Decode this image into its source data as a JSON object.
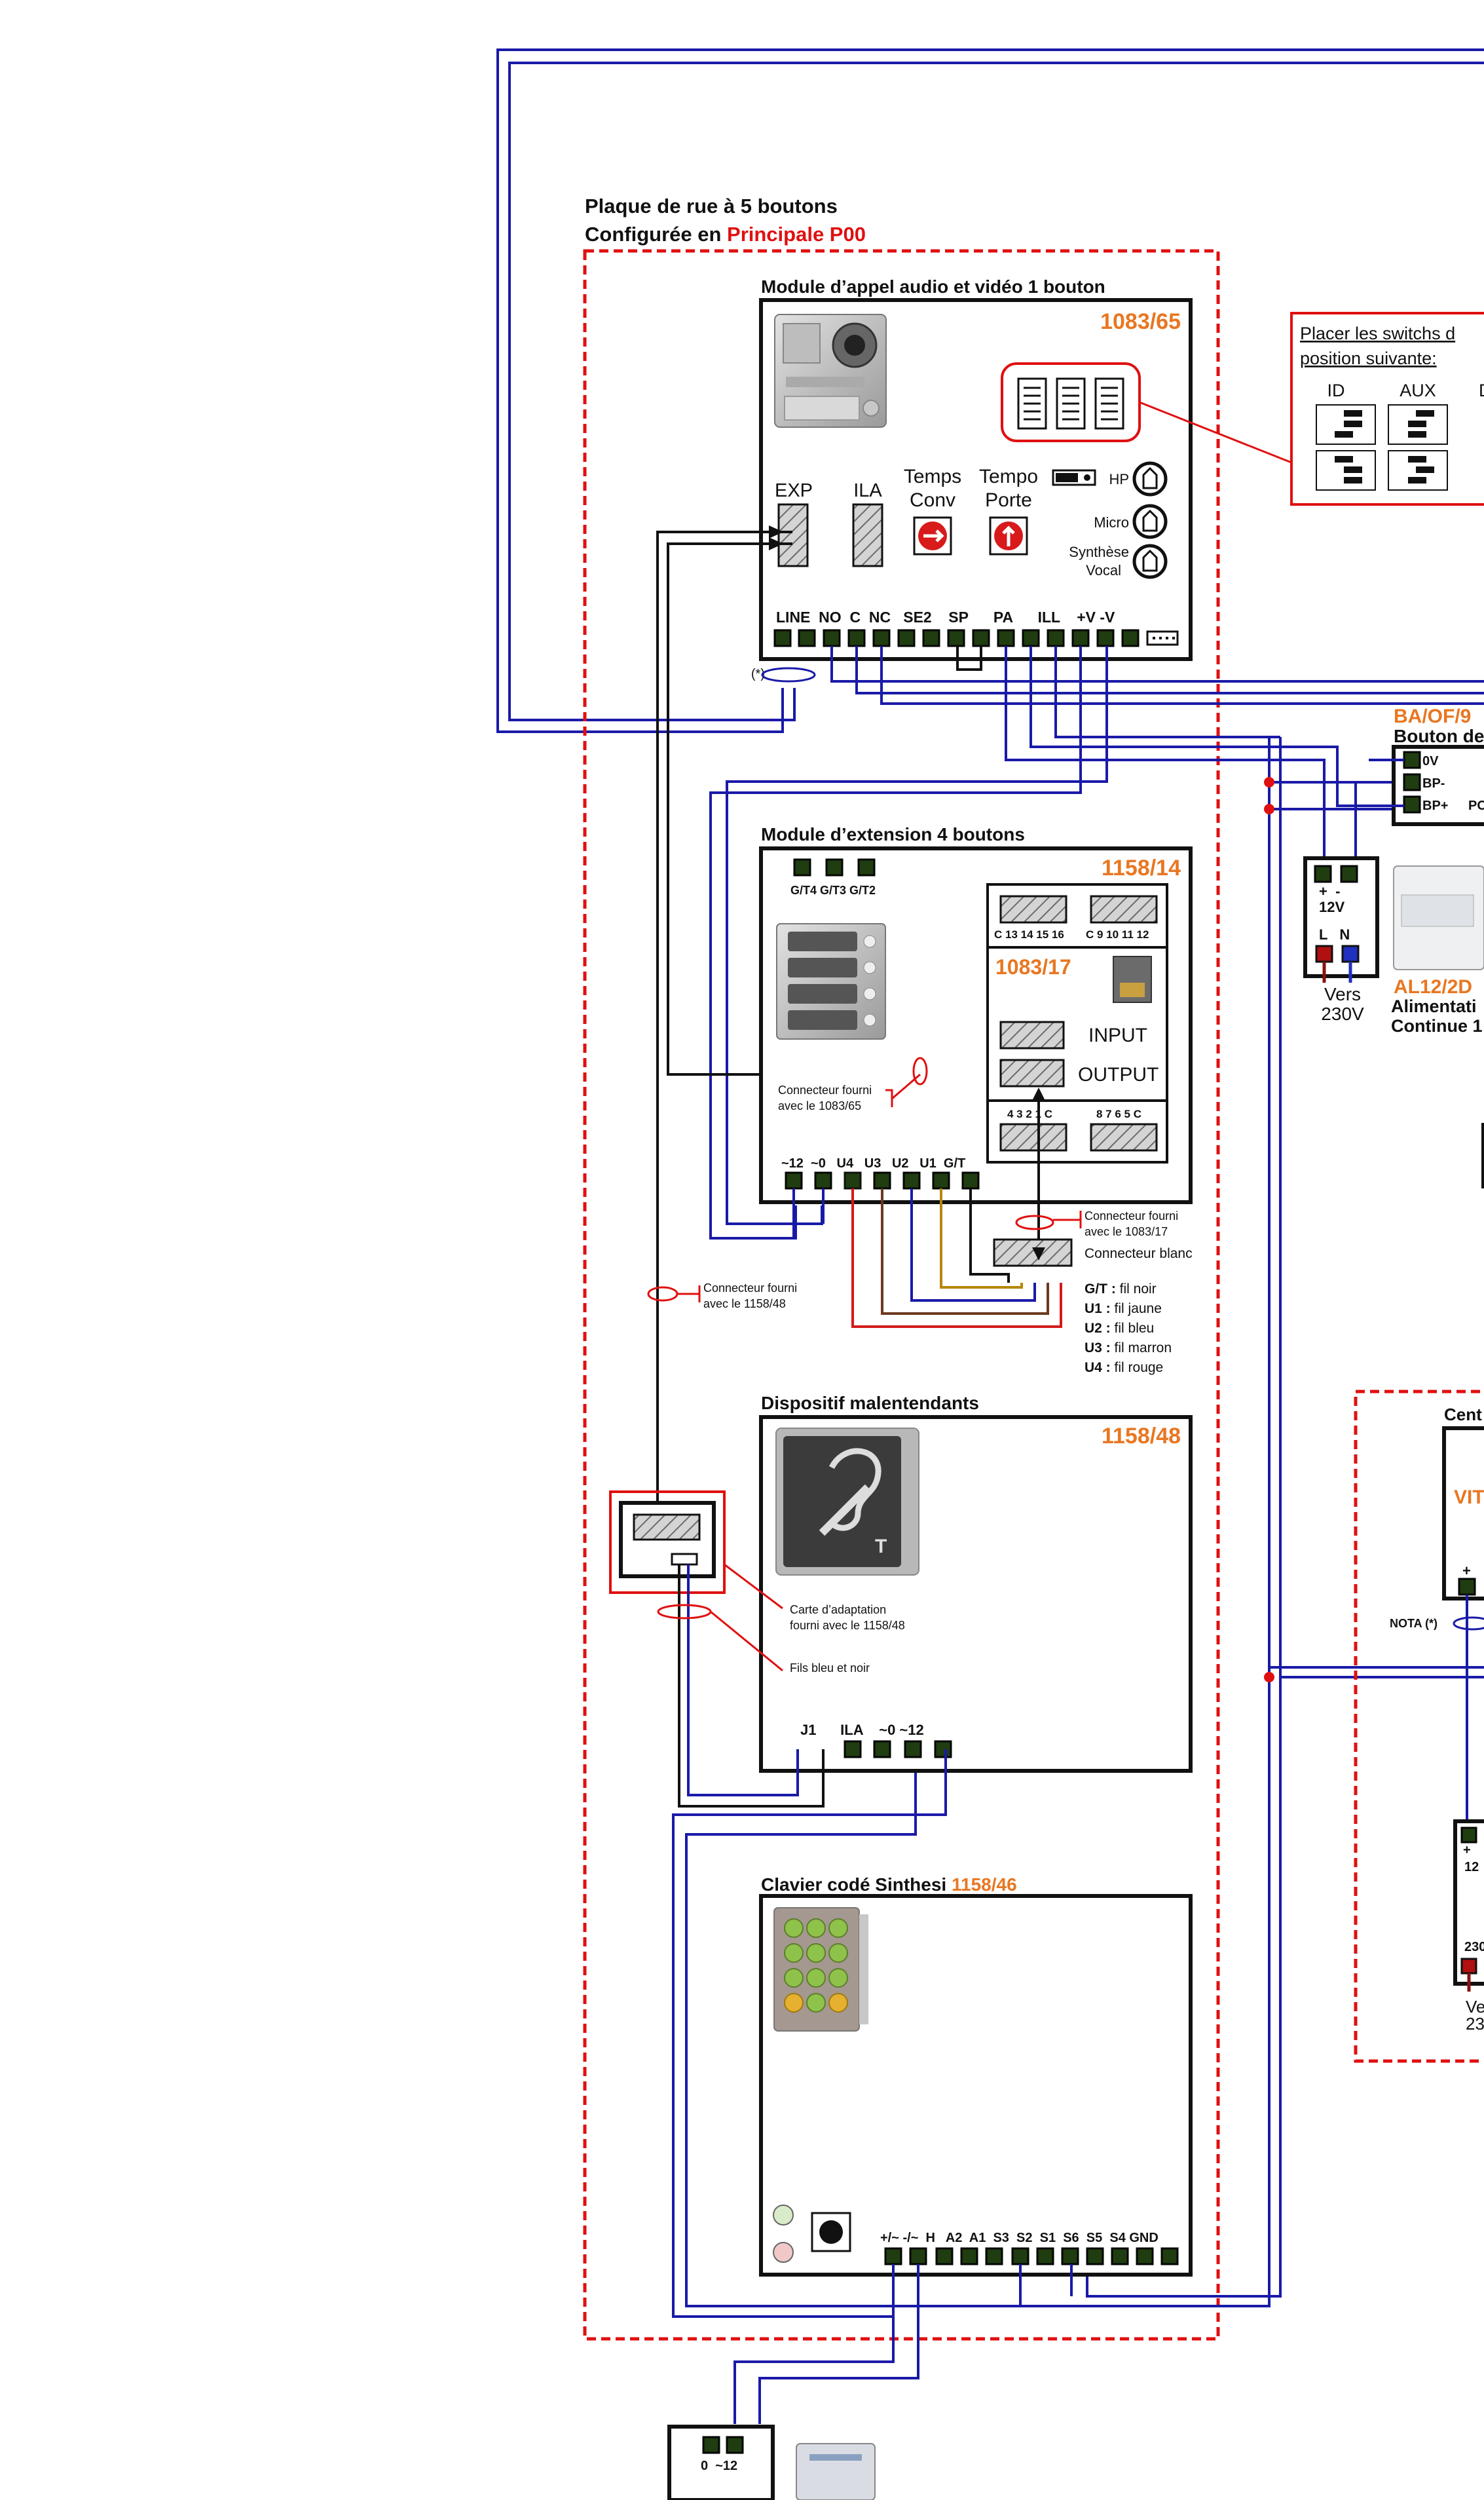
{
  "colors": {
    "orange": "#e87722",
    "red": "#e01010",
    "blue_wire": "#1a1aa8",
    "black_wire": "#111111",
    "terminal": "#1f3d10"
  },
  "panel": {
    "title_line1": "Plaque de rue à 5 boutons",
    "title_line2_prefix": "Configurée en ",
    "title_line2_highlight": "Principale P00"
  },
  "module_call": {
    "title": "Module d’appel audio et vidéo 1 bouton",
    "ref": "1083/65",
    "exp": "EXP",
    "ila": "ILA",
    "temps_conv_1": "Temps",
    "temps_conv_2": "Conv",
    "tempo_porte_1": "Tempo",
    "tempo_porte_2": "Porte",
    "hp": "HP",
    "micro": "Micro",
    "synthese_1": "Synthèse",
    "synthese_2": "Vocal",
    "terminals": "LINE  NO  C  NC   SE2    SP      PA      ILL    +V -V",
    "twist_note": "(*)"
  },
  "switch_note": {
    "line1": "Placer les switchs d",
    "line2": "position suivante:",
    "id": "ID",
    "aux": "AUX",
    "third": "D"
  },
  "module_ext": {
    "title": "Module d’extension 4 boutons",
    "ref": "1158/14",
    "gt_labels": "G/T4 G/T3 G/T2",
    "c1": "C 13 14 15 16",
    "c2": "C 9 10 11 12",
    "sub_ref": "1083/17",
    "input": "INPUT",
    "output": "OUTPUT",
    "c3": "4 3 2 1 C",
    "c4": "8 7 6 5 C",
    "connector_note_1": "Connecteur fourni",
    "connector_note_2": "avec le 1083/65",
    "terminals": "~12  ~0   U4   U3   U2   U1  G/T"
  },
  "connector_1083_17": {
    "line1": "Connecteur fourni",
    "line2": "avec le 1083/17",
    "line3": "Connecteur blanc"
  },
  "wire_legend": [
    {
      "key": "G/T :",
      "val": " fil noir"
    },
    {
      "key": "U1 :",
      "val": " fil jaune"
    },
    {
      "key": "U2 :",
      "val": " fil bleu"
    },
    {
      "key": "U3 :",
      "val": " fil marron"
    },
    {
      "key": "U4 :",
      "val": " fil rouge"
    }
  ],
  "connector_1158_48": {
    "line1": "Connecteur fourni",
    "line2": "avec le 1158/48"
  },
  "module_hearing": {
    "title": "Dispositif malentendants",
    "ref": "1158/48",
    "t_letter": "T",
    "terminals": "J1      ILA    ~0 ~12",
    "card_note_1": "Carte d’adaptation",
    "card_note_2": "fourni avec le 1158/48",
    "wires_note": "Fils bleu et noir"
  },
  "module_keypad": {
    "title_prefix": "Clavier codé Sinthesi ",
    "ref": "1158/46",
    "terminals": "+/~ -/~  H   A2  A1  S3  S2  S1  S6  S5  S4 GND"
  },
  "right_side": {
    "ba_ref": "BA/OF/9",
    "bouton_label": "Bouton de",
    "bp_0v": "0V",
    "bp_minus": "BP-",
    "bp_plus": "BP+",
    "bp_cut": "PO",
    "psu_pm": "+  -",
    "psu_12v": "12V",
    "psu_ln": "L   N",
    "vers": "Vers",
    "v230": "230V",
    "al_ref": "AL12/2D",
    "al_desc_1": "Alimentati",
    "al_desc_2": "Continue 1",
    "cent_label": "Cent",
    "vit_label": "VIT",
    "nota": "NOTA (*)",
    "plus": "+",
    "twelve": "12",
    "v230_cut": "230",
    "ve": "Ve",
    "v23": "23"
  },
  "bottom_psu": {
    "label": "0  ~12"
  }
}
